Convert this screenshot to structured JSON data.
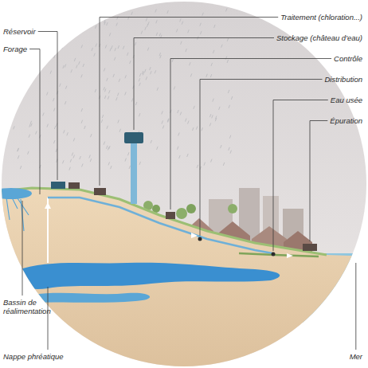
{
  "diagram": {
    "labels": [
      "Réservoir",
      "Forage",
      "Traitement (chloration...)",
      "Stockage (château d'eau)",
      "Contrôle",
      "Distribution",
      "Eau usée",
      "Épuration",
      "Bassin de réalimentation",
      "Nappe phréatique",
      "Mer"
    ]
  }
}
